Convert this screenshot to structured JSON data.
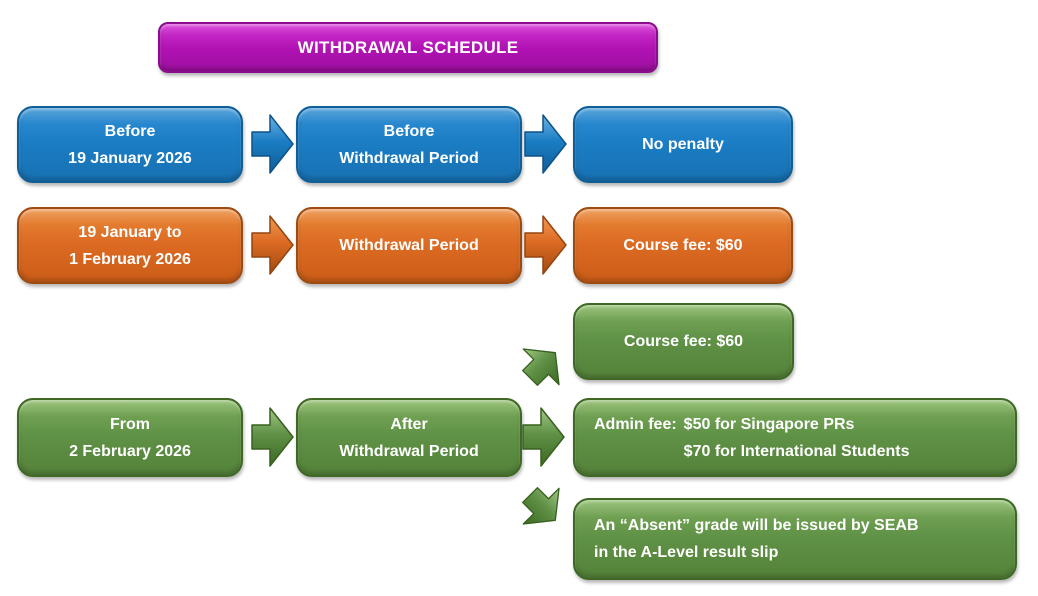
{
  "title": "WITHDRAWAL SCHEDULE",
  "colors": {
    "title_fill": "#b112b3",
    "blue_fill": "#1b7dc4",
    "orange_fill": "#dc6a22",
    "green_fill": "#5f9146",
    "text": "#ffffff"
  },
  "row_blue": {
    "when": {
      "line1": "Before",
      "line2": "19 January 2026"
    },
    "period": {
      "line1": "Before",
      "line2": "Withdrawal Period"
    },
    "outcome": "No penalty"
  },
  "row_orange": {
    "when": {
      "line1": "19 January to",
      "line2": "1 February 2026"
    },
    "period": "Withdrawal Period",
    "outcome": "Course fee: $60"
  },
  "row_green": {
    "when": {
      "line1": "From",
      "line2": "2 February 2026"
    },
    "period": {
      "line1": "After",
      "line2": "Withdrawal Period"
    },
    "outcome_course": "Course fee: $60",
    "outcome_admin": {
      "label": "Admin fee:",
      "fee1": "$50 for Singapore PRs",
      "fee2": "$70 for International Students"
    },
    "outcome_absent": {
      "line1": "An “Absent” grade will be issued by SEAB",
      "line2": "in the A-Level result slip"
    }
  }
}
